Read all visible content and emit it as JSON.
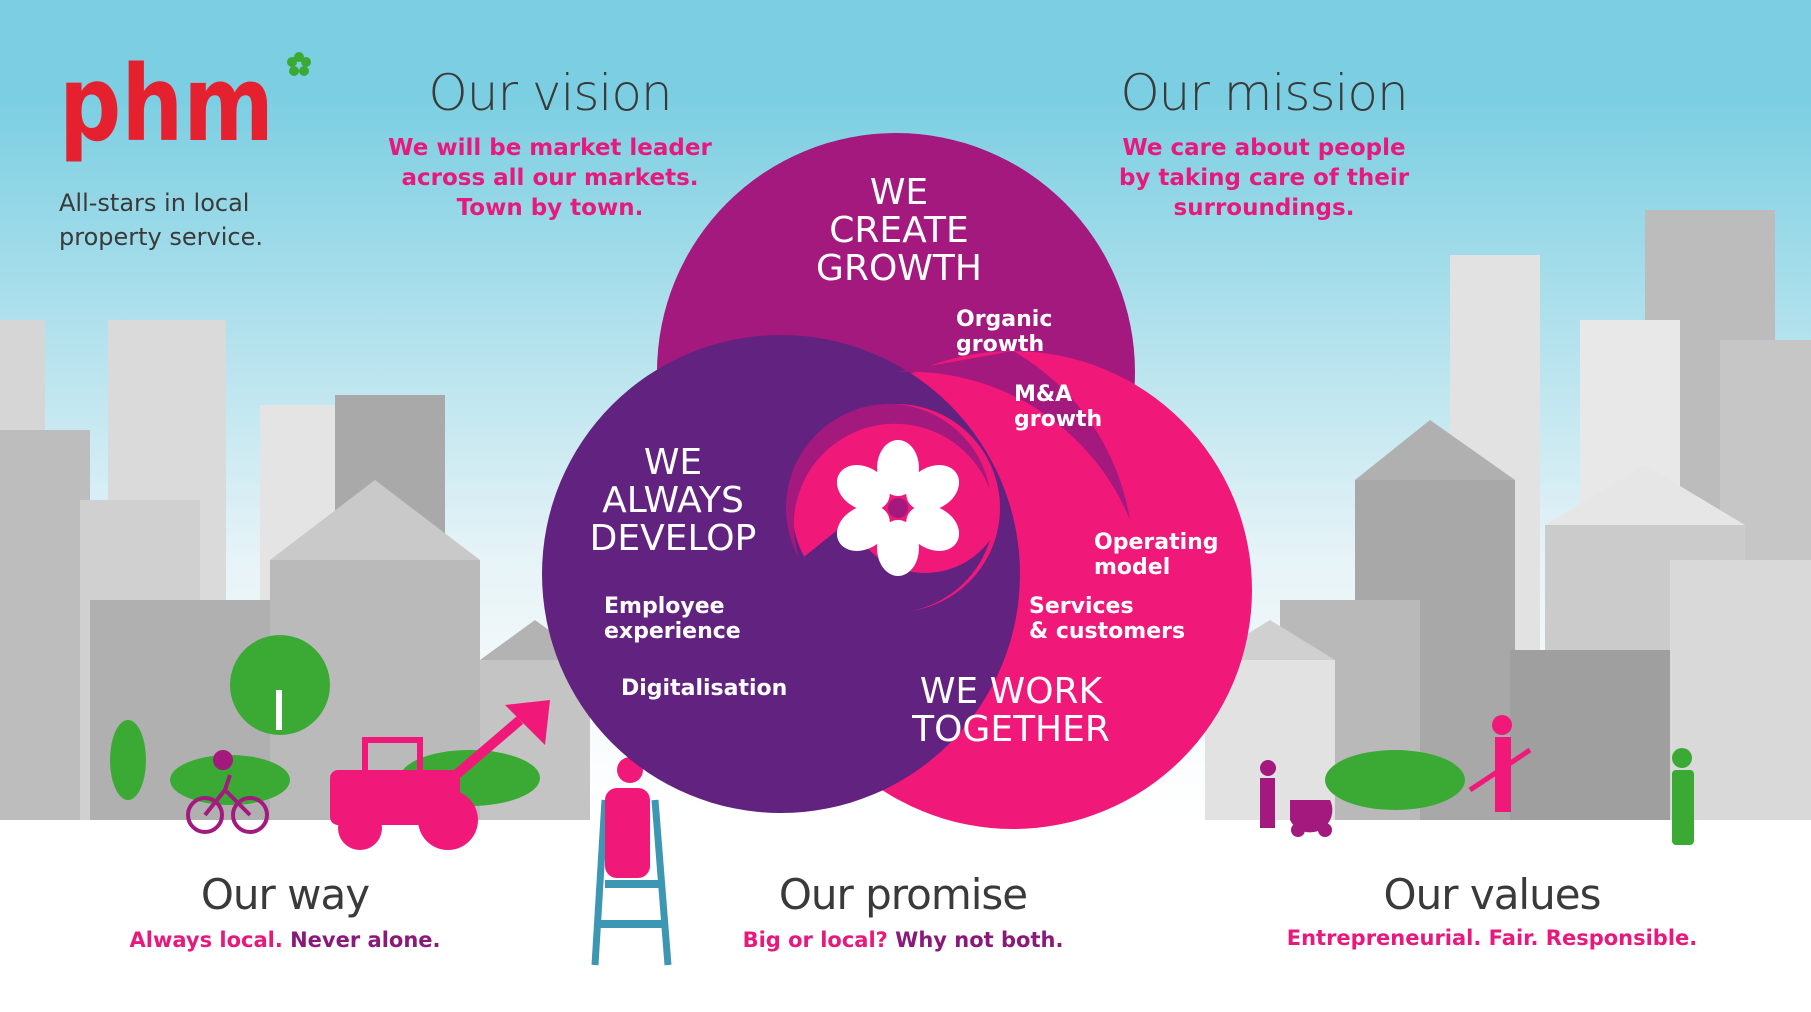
{
  "brand": {
    "logo_text": "phm",
    "tagline_line1": "All-stars in local",
    "tagline_line2": "property service."
  },
  "vision": {
    "title": "Our vision",
    "lines": [
      "We will be market leader",
      "across all our markets.",
      "Town by town."
    ]
  },
  "mission": {
    "title": "Our mission",
    "lines": [
      "We care about people",
      "by taking care of their",
      "surroundings."
    ]
  },
  "circles": {
    "growth": {
      "title": [
        "WE",
        "CREATE",
        "GROWTH"
      ],
      "items": [
        [
          "Organic",
          "growth"
        ],
        [
          "M&A",
          "growth"
        ]
      ]
    },
    "develop": {
      "title": [
        "WE",
        "ALWAYS",
        "DEVELOP"
      ],
      "items": [
        [
          "Employee",
          "experience"
        ],
        [
          "Digitalisation"
        ]
      ]
    },
    "together": {
      "title": [
        "WE WORK",
        "TOGETHER"
      ],
      "items": [
        [
          "Operating",
          "model"
        ],
        [
          "Services",
          "& customers"
        ]
      ]
    }
  },
  "way": {
    "title": "Our way",
    "sub_a": "Always local.",
    "sub_b": " Never alone."
  },
  "promise": {
    "title": "Our promise",
    "sub_a": "Big or local?",
    "sub_b": " Why not both."
  },
  "values": {
    "title": "Our values",
    "sub_a": "Entrepreneurial. Fair. Responsible."
  },
  "colors": {
    "sky": "#7ccfe2",
    "magenta": "#a3197e",
    "purple": "#62227f",
    "pink": "#f0197a",
    "green": "#3aaa35"
  }
}
